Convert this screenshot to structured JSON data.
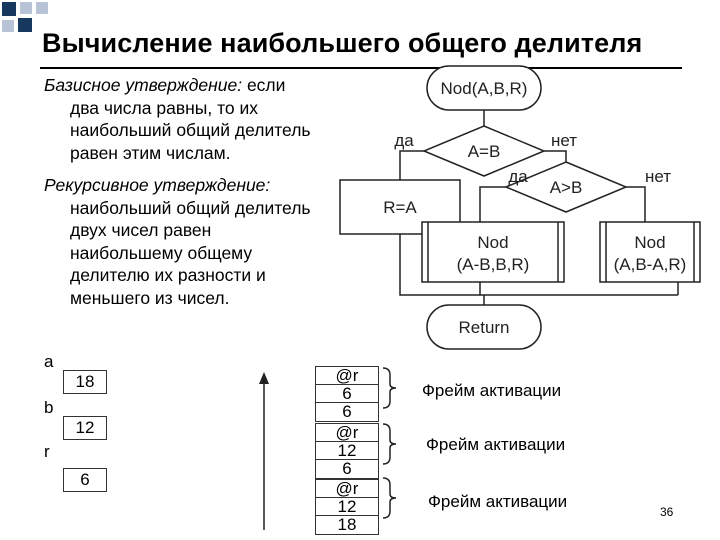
{
  "slide": {
    "title": "Вычисление наибольшего общего делителя",
    "page_number": "36"
  },
  "text": {
    "base_label": "Базисное утверждение:",
    "base_rest_1": " если",
    "base_lines": [
      "два числа равны, то их",
      "наибольший общий делитель",
      "равен этим числам."
    ],
    "rec_label": "Рекурсивное утверждение:",
    "rec_lines": [
      "наибольший общий делитель",
      "двух чисел равен",
      "наибольшему общему",
      "делителю их разности и",
      "меньшего из чисел."
    ]
  },
  "flowchart": {
    "start": "Nod(A,B,R)",
    "cond1": "A=B",
    "cond1_yes": "да",
    "cond1_no": "нет",
    "cond2": "A>B",
    "cond2_yes": "да",
    "cond2_no": "нет",
    "assign": "R=A",
    "call1_line1": "Nod",
    "call1_line2": "(A-B,B,R)",
    "call2_line1": "Nod",
    "call2_line2": "(A,B-A,R)",
    "end": "Return"
  },
  "variables": [
    {
      "name": "a",
      "value": "18"
    },
    {
      "name": "b",
      "value": "12"
    },
    {
      "name": "r",
      "value": "6"
    }
  ],
  "stack": {
    "cells": [
      "@r",
      "6",
      "6",
      "@r",
      "12",
      "6",
      "@r",
      "12",
      "18"
    ],
    "frame_label": "Фрейм активации"
  }
}
